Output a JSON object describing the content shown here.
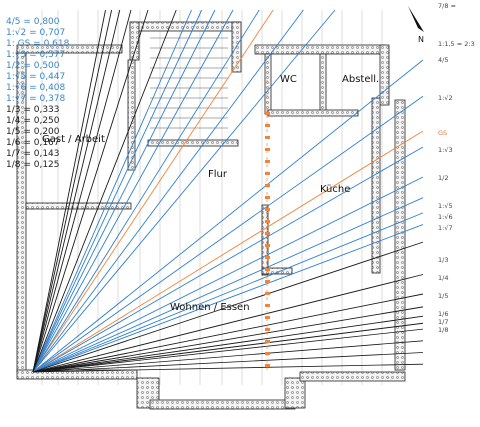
{
  "colors": {
    "blue": "#2e7fd0",
    "dark_line": "#1a1a1a",
    "orange": "#f0843c",
    "wall_fill": "#f2f2f2",
    "wall_stroke": "#222222",
    "grid": "#c8c8c8"
  },
  "ratios": [
    {
      "label": "4/5 = 0,800",
      "value": 0.8,
      "color": "blue"
    },
    {
      "label": "1:√2 = 0,707",
      "value": 0.707,
      "color": "blue"
    },
    {
      "label": "1: GS = 0,618",
      "value": 0.618,
      "color": "orange"
    },
    {
      "label": "1:√3 = 0,577",
      "value": 0.577,
      "color": "blue"
    },
    {
      "label": "1/2 = 0,500",
      "value": 0.5,
      "color": "blue"
    },
    {
      "label": "1:√5 = 0,447",
      "value": 0.447,
      "color": "blue"
    },
    {
      "label": "1:√6 = 0,408",
      "value": 0.408,
      "color": "blue"
    },
    {
      "label": "1:√7 = 0,378",
      "value": 0.378,
      "color": "blue"
    },
    {
      "label": "1/3 = 0,333",
      "value": 0.333,
      "color": "dark"
    },
    {
      "label": "1/4 = 0,250",
      "value": 0.25,
      "color": "dark"
    },
    {
      "label": "1/5 = 0,200",
      "value": 0.2,
      "color": "dark"
    },
    {
      "label": "1/6 = 0,167",
      "value": 0.167,
      "color": "dark"
    },
    {
      "label": "1/7 = 0,143",
      "value": 0.143,
      "color": "dark"
    },
    {
      "label": "1/8 = 0,125",
      "value": 0.125,
      "color": "dark"
    }
  ],
  "right_labels": [
    {
      "text": "7/8 ≈",
      "color": "dark"
    },
    {
      "text": "1:1,5 ≈ 2:3",
      "color": "dark"
    },
    {
      "text": "4/5",
      "color": "dark"
    },
    {
      "text": "1:√2",
      "color": "dark"
    },
    {
      "text": "GS",
      "color": "orange"
    },
    {
      "text": "1:√3",
      "color": "dark"
    },
    {
      "text": "1/2",
      "color": "dark"
    },
    {
      "text": "1:√5",
      "color": "dark"
    },
    {
      "text": "1:√6",
      "color": "dark"
    },
    {
      "text": "1:√7",
      "color": "dark"
    },
    {
      "text": "1/3",
      "color": "dark"
    },
    {
      "text": "1/4",
      "color": "dark"
    },
    {
      "text": "1/5",
      "color": "dark"
    },
    {
      "text": "1/6",
      "color": "dark"
    },
    {
      "text": "1/7",
      "color": "dark"
    },
    {
      "text": "1/8",
      "color": "dark"
    }
  ],
  "rooms": {
    "gast": "Gast / Arbeit",
    "wc": "WC",
    "abstell": "Abstell.",
    "flur": "Flur",
    "kueche": "Küche",
    "wohnen": "Wohnen / Essen"
  },
  "compass": "N"
}
